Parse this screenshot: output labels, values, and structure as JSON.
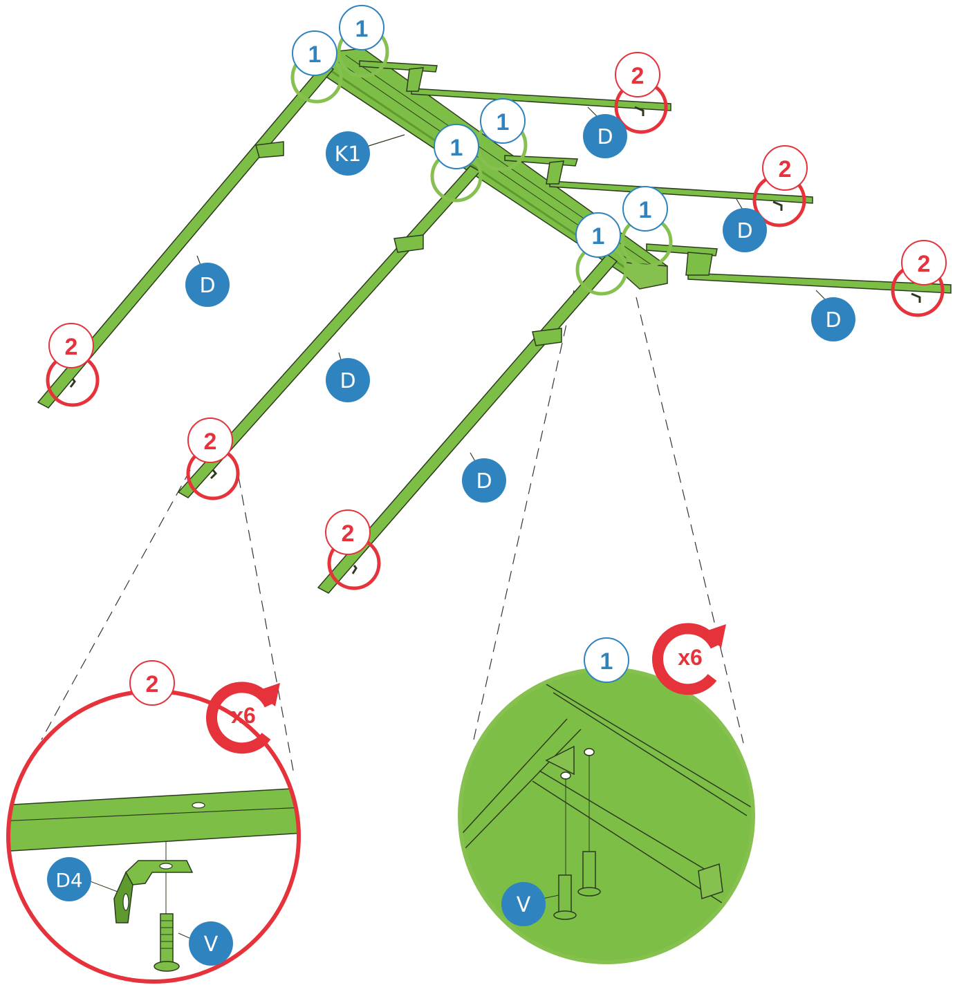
{
  "diagram": {
    "step_markers": {
      "first": "1",
      "second": "2"
    },
    "parts": {
      "ridge_beam": "K1",
      "rafter": "D",
      "bracket": "D4",
      "bolt": "V"
    },
    "repeat_count": "x6",
    "colors": {
      "part_green": "#7dbf46",
      "part_green_dark": "#5e9a2e",
      "step1_ring": "#86c04f",
      "step2_ring": "#e5323b",
      "badge_blue": "#2f83bf",
      "outline": "#2b3a1e"
    }
  }
}
